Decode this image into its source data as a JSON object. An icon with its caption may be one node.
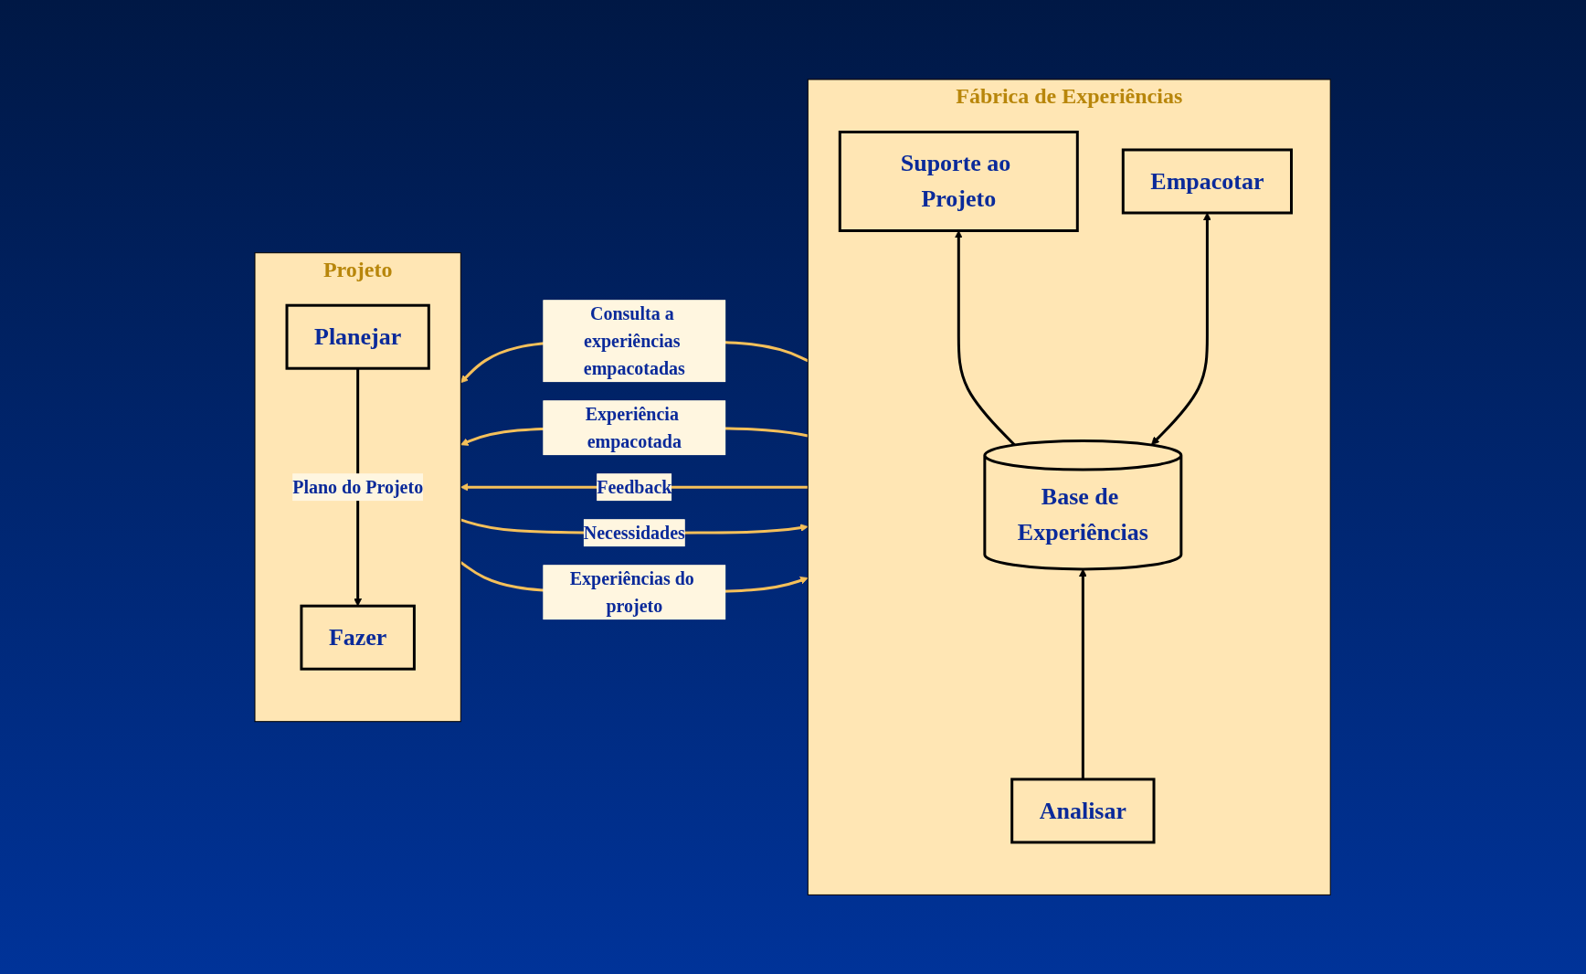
{
  "diagram": {
    "nodes": [
      {
        "text": [
          "Projeto"
        ]
      },
      {
        "text": [
          "Planejar"
        ],
        "in": 0
      },
      {
        "text": [
          "Fazer"
        ],
        "in": 0
      },
      {
        "text": [
          "Fábrica de Experiências"
        ]
      },
      {
        "text": [
          "Suporte ao Projeto"
        ],
        "in": 3
      },
      {
        "text": [
          "Base de Experiências"
        ],
        "in": 3
      },
      {
        "text": [
          "Empacotar"
        ],
        "in": 3
      },
      {
        "text": [
          "Analisar"
        ],
        "in": 3
      }
    ],
    "edges": [
      {
        "from": 1,
        "to": 2,
        "arrow": "to",
        "label": "Plano do Projeto",
        "color": "#000000"
      },
      {
        "from": 0,
        "to": 3,
        "arrow": "to",
        "label": "Necessidades"
      },
      {
        "from": 3,
        "to": 0,
        "arrow": "to",
        "label": "Consulta a experiências empacotadas"
      },
      {
        "from": 3,
        "to": 0,
        "arrow": "to",
        "label": "Experiência empacotada"
      },
      {
        "from": 0,
        "to": 3,
        "arrow": "to",
        "label": "Experiências do projeto"
      },
      {
        "from": 3,
        "to": 0,
        "arrow": "to",
        "label": "Feedback"
      },
      {
        "from": 5,
        "to": 4,
        "arrow": "to",
        "color": "#000000"
      },
      {
        "from": 5,
        "to": 6,
        "arrow": "both",
        "color": "#000000"
      },
      {
        "from": 7,
        "to": 5,
        "arrow": "to",
        "color": "#000000"
      }
    ]
  }
}
